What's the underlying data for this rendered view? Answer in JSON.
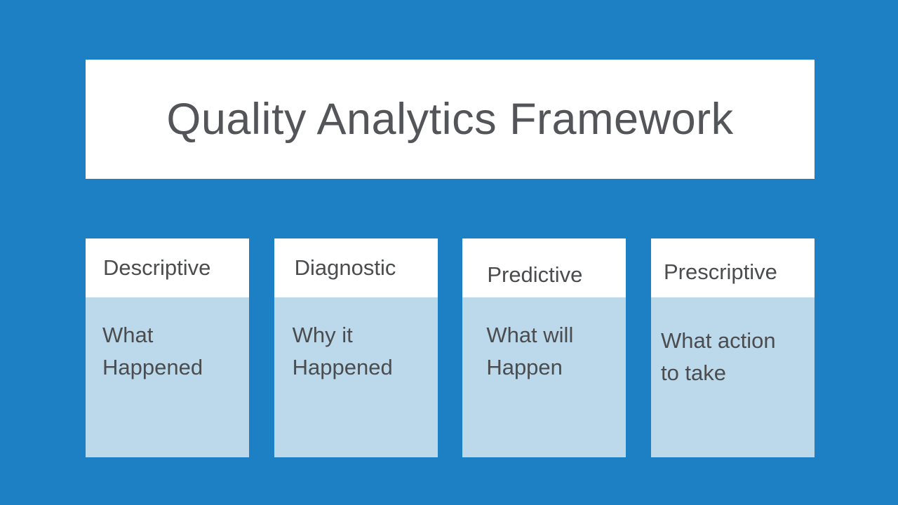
{
  "slide": {
    "title": "Quality Analytics Framework",
    "colors": {
      "background": "#1d80c4",
      "title_box_bg": "#ffffff",
      "title_text": "#545559",
      "card_header_bg": "#ffffff",
      "card_body_bg": "#bcd9ec",
      "card_text": "#4a4c4e"
    },
    "cards": [
      {
        "header": "Descriptive",
        "body": "What Happened"
      },
      {
        "header": "Diagnostic",
        "body": "Why it Happened"
      },
      {
        "header": "Predictive",
        "body": "What will Happen"
      },
      {
        "header": "Prescriptive",
        "body": "What action to take"
      }
    ]
  }
}
